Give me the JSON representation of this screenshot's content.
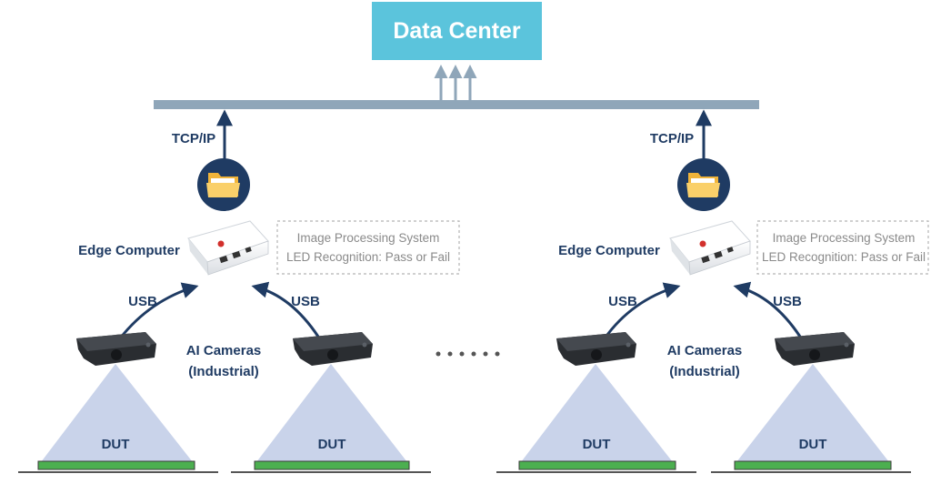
{
  "title": "Data Center",
  "groups": [
    {
      "protocol": "TCP/IP",
      "edge_label": "Edge Computer",
      "process_line1": "Image Processing System",
      "process_line2": "LED Recognition: Pass or Fail",
      "usb_left": "USB",
      "usb_right": "USB",
      "cameras_line1": "AI Cameras",
      "cameras_line2": "(Industrial)",
      "dut_left": "DUT",
      "dut_right": "DUT"
    },
    {
      "protocol": "TCP/IP",
      "edge_label": "Edge Computer",
      "process_line1": "Image Processing System",
      "process_line2": "LED Recognition: Pass or Fail",
      "usb_left": "USB",
      "usb_right": "USB",
      "cameras_line1": "AI Cameras",
      "cameras_line2": "(Industrial)",
      "dut_left": "DUT",
      "dut_right": "DUT"
    }
  ],
  "colors": {
    "data_center": "#5bc4dc",
    "bus": "#8fa6b9",
    "navy": "#1f3b63",
    "beam": "#c9d3ea",
    "dut_board": "#4caf50"
  }
}
